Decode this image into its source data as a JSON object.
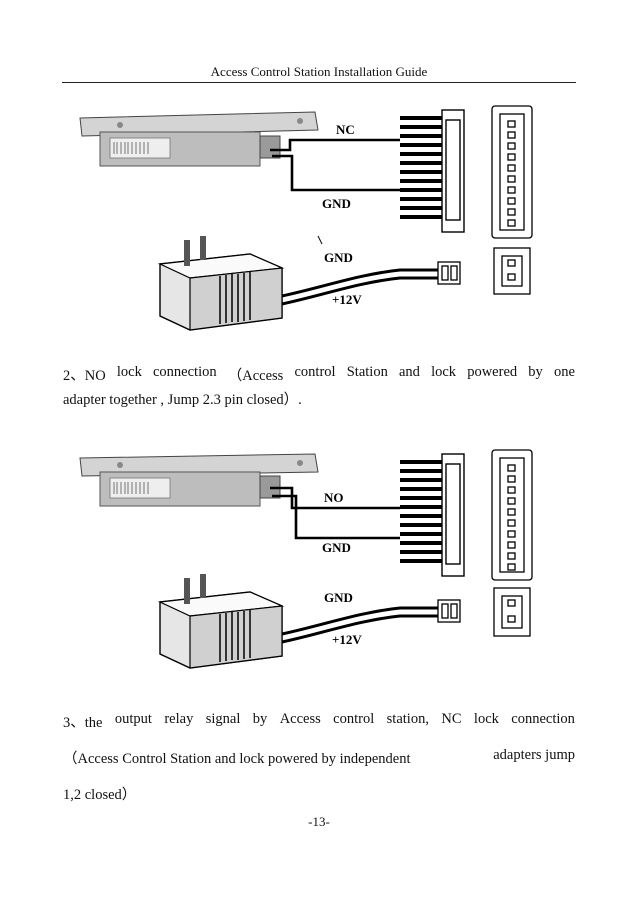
{
  "header": {
    "title": "Access Control Station Installation Guide"
  },
  "diagram1": {
    "wire_top": "NC",
    "wire_bottom": "GND",
    "power_gnd": "GND",
    "power_vcc": "+12V"
  },
  "section2": {
    "line1_words": [
      "2、NO",
      "lock",
      "connection",
      "（Access",
      "control",
      "Station",
      "and",
      "lock",
      "powered",
      "by",
      "one"
    ],
    "line2": "adapter together , Jump 2.3 pin closed）."
  },
  "diagram2": {
    "wire_top": "NO",
    "wire_bottom": "GND",
    "power_gnd": "GND",
    "power_vcc": "+12V"
  },
  "section3": {
    "line1_words": [
      "3、the",
      "output",
      "relay",
      "signal",
      "by",
      "Access",
      "control",
      "station,",
      "NC",
      "lock",
      "connection"
    ],
    "line2_left": "（Access Control Station and lock powered by independent",
    "line2_right": "adapters jump",
    "line3": "1,2 closed）"
  },
  "footer": {
    "page_number": "-13-"
  },
  "colors": {
    "text": "#111111",
    "wire": "#000000",
    "lock_body": "#c8c8c8"
  }
}
